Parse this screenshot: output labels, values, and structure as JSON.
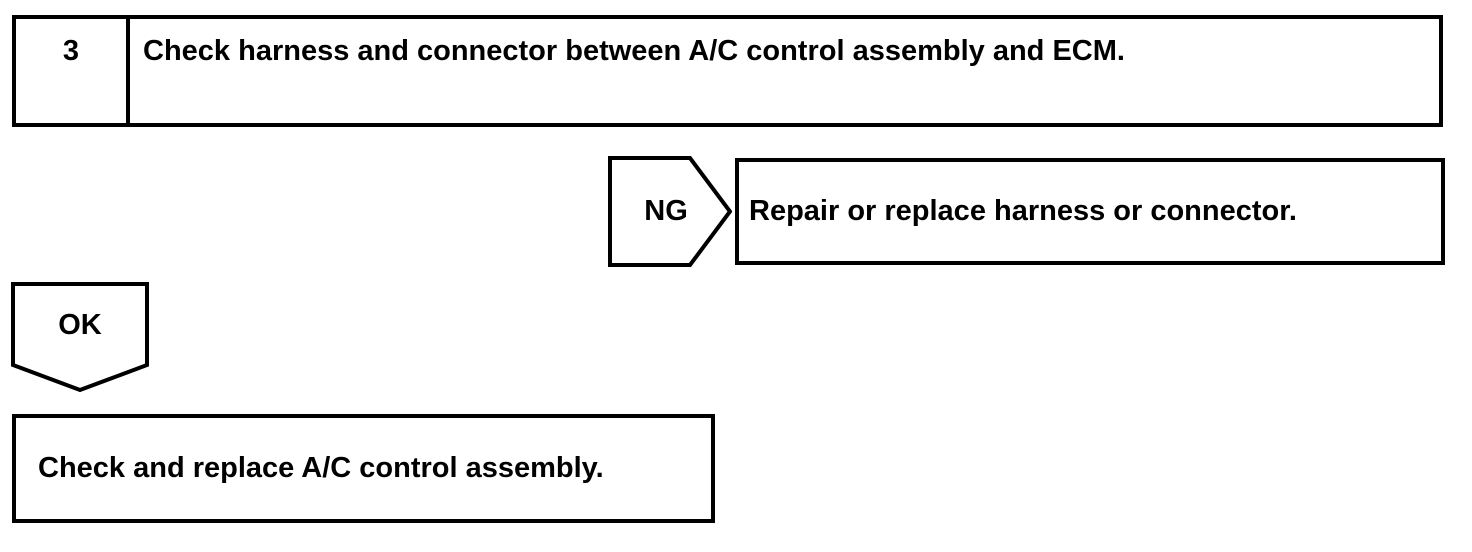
{
  "colors": {
    "ink": "#000000",
    "paper": "#ffffff"
  },
  "flowchart": {
    "step": {
      "number": "3",
      "instruction": "Check harness and connector between A/C control assembly and ECM."
    },
    "ng_branch": {
      "label": "NG",
      "action": "Repair or replace harness or connector."
    },
    "ok_branch": {
      "label": "OK",
      "action": "Check and replace A/C control assembly."
    }
  }
}
